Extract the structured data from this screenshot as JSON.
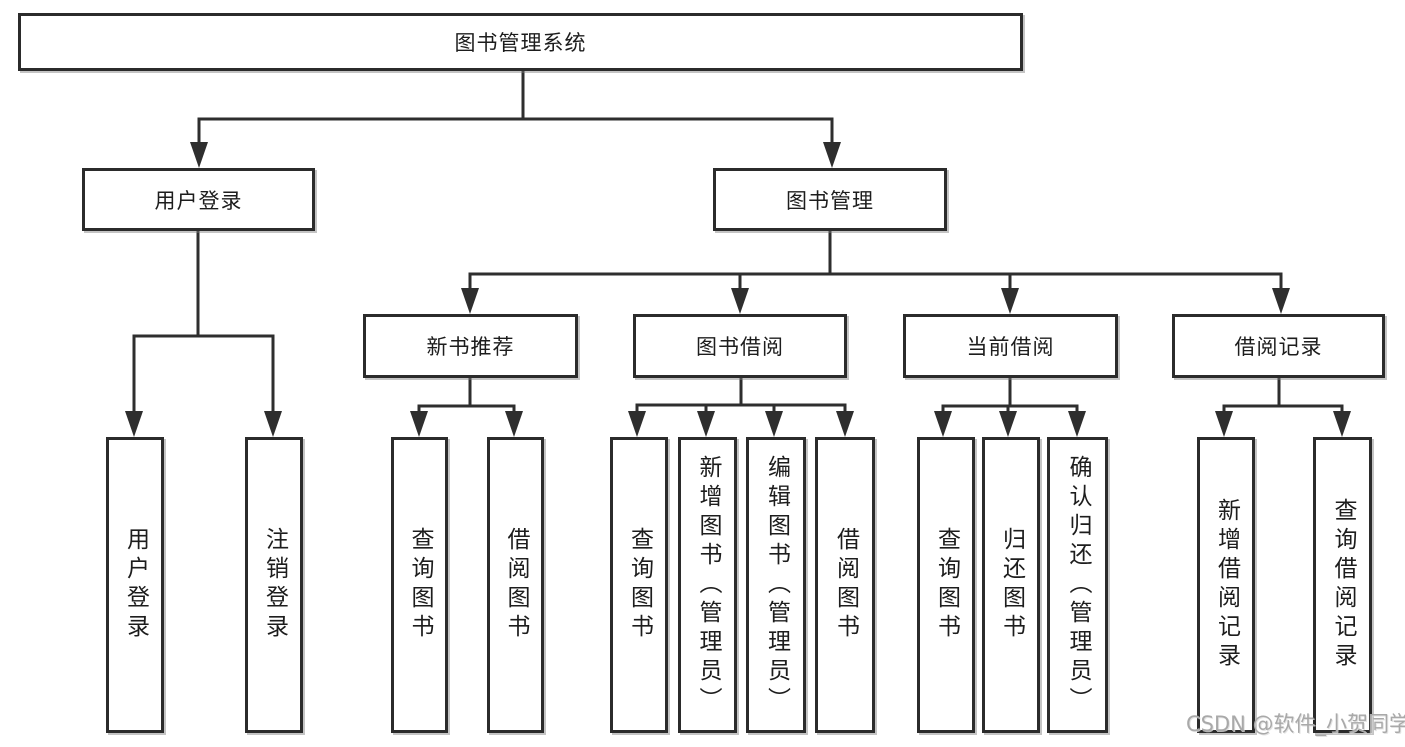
{
  "tree": {
    "root": {
      "label": "图书管理系统",
      "children": [
        {
          "label": "用户登录",
          "children": [
            {
              "label": "用户登录"
            },
            {
              "label": "注销登录"
            }
          ]
        },
        {
          "label": "图书管理",
          "children": [
            {
              "label": "新书推荐",
              "children": [
                {
                  "label": "查询图书"
                },
                {
                  "label": "借阅图书"
                }
              ]
            },
            {
              "label": "图书借阅",
              "children": [
                {
                  "label": "查询图书"
                },
                {
                  "label": "新增图书（管理员）"
                },
                {
                  "label": "编辑图书（管理员）"
                },
                {
                  "label": "借阅图书"
                }
              ]
            },
            {
              "label": "当前借阅",
              "children": [
                {
                  "label": "查询图书"
                },
                {
                  "label": "归还图书"
                },
                {
                  "label": "确认归还（管理员）"
                }
              ]
            },
            {
              "label": "借阅记录",
              "children": [
                {
                  "label": "新增借阅记录"
                },
                {
                  "label": "查询借阅记录"
                }
              ]
            }
          ]
        }
      ]
    }
  },
  "watermark": "CSDN @软件_小贺同学",
  "colors": {
    "line": "#2e2e2e",
    "border": "#2b2b2b",
    "text": "#1d1d1d",
    "watermark": "#a9a9a9",
    "background": "#ffffff"
  }
}
